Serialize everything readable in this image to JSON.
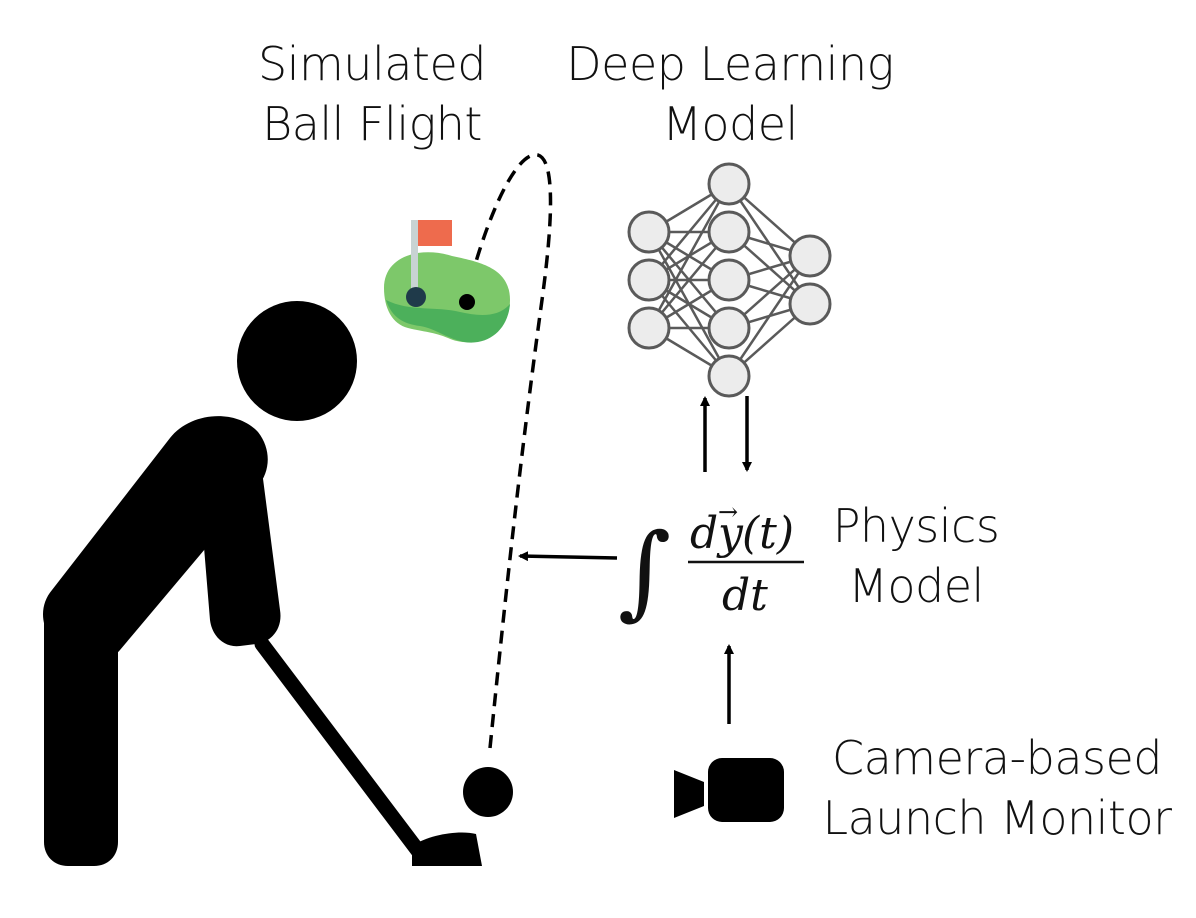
{
  "labels": {
    "simulated_flight": [
      "Simulated",
      "Ball Flight"
    ],
    "deep_learning": [
      "Deep Learning",
      "Model"
    ],
    "physics": [
      "Physics",
      "Model"
    ],
    "camera": [
      "Camera-based",
      "Launch Monitor"
    ]
  },
  "equation": {
    "integral": "∫",
    "numerator_d": "d",
    "numerator_y": "y",
    "numerator_t": "(t)",
    "vector_arrow": "→",
    "denominator": "dt"
  },
  "network": {
    "layers": [
      3,
      5,
      2
    ]
  },
  "colors": {
    "ink": "#000000",
    "node_fill": "#ececec",
    "node_stroke": "#5a5a5a",
    "edge": "#5a5a5a",
    "green_light": "#7dc86a",
    "green_dark": "#4cb05b",
    "flag": "#ee6b4d",
    "pole": "#c8d3d3",
    "hole": "#1f3a4a"
  },
  "icons": {
    "golfer": "golfer-icon",
    "green": "golf-green-icon",
    "camera": "video-camera-icon"
  }
}
